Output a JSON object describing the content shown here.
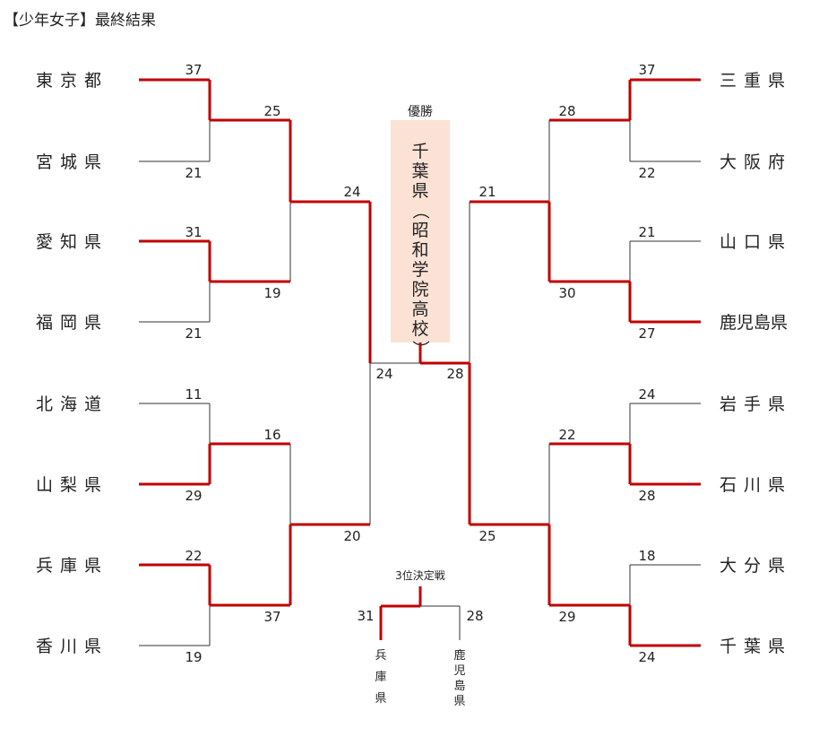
{
  "title": "【少年女子】最終結果",
  "champion": {
    "label": "優勝",
    "name": "千葉県（昭和学院高校）"
  },
  "third_place": {
    "label": "3位決定戦",
    "left": {
      "team": "兵庫県",
      "score": "31"
    },
    "right": {
      "team": "鹿児島県",
      "score": "28"
    }
  },
  "left_teams": [
    "東京都",
    "宮城県",
    "愛知県",
    "福岡県",
    "北海道",
    "山梨県",
    "兵庫県",
    "香川県"
  ],
  "right_teams": [
    "三重県",
    "大阪府",
    "山口県",
    "鹿児島県",
    "岩手県",
    "石川県",
    "大分県",
    "千葉県"
  ],
  "scores": {
    "left_r1": [
      "37",
      "21",
      "31",
      "21",
      "11",
      "29",
      "22",
      "19"
    ],
    "left_r2": [
      "25",
      "19",
      "16",
      "37"
    ],
    "left_r3": [
      "24",
      "20"
    ],
    "left_final": "24",
    "right_r1": [
      "37",
      "22",
      "21",
      "27",
      "24",
      "28",
      "18",
      "24"
    ],
    "right_r2": [
      "28",
      "30",
      "22",
      "29"
    ],
    "right_r3": [
      "21",
      "25"
    ],
    "right_final": "28"
  },
  "colors": {
    "winner_line": "#c00000",
    "loser_line": "#333333",
    "champion_box": "#fbe2d5"
  }
}
